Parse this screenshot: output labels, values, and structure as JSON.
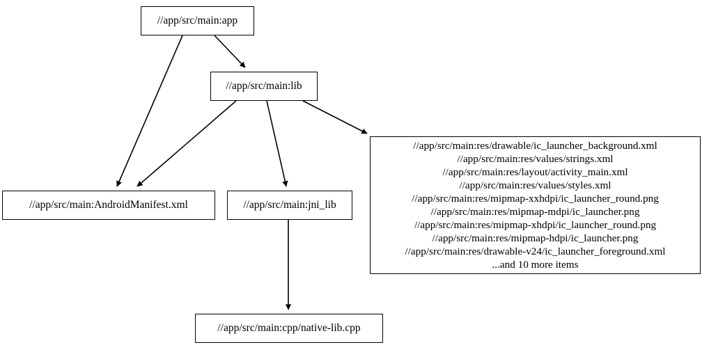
{
  "graph": {
    "type": "directed-dependency-graph",
    "background_color": "#ffffff",
    "node_border_color": "#000000",
    "edge_color": "#000000",
    "nodes": [
      {
        "id": "app",
        "label": "//app/src/main:app"
      },
      {
        "id": "lib",
        "label": "//app/src/main:lib"
      },
      {
        "id": "manifest",
        "label": "//app/src/main:AndroidManifest.xml"
      },
      {
        "id": "jni_lib",
        "label": "//app/src/main:jni_lib"
      },
      {
        "id": "native_lib",
        "label": "//app/src/main:cpp/native-lib.cpp"
      },
      {
        "id": "res",
        "label": "//app/src/main:res/drawable/ic_launcher_background.xml\n//app/src/main:res/values/strings.xml\n//app/src/main:res/layout/activity_main.xml\n//app/src/main:res/values/styles.xml\n//app/src/main:res/mipmap-xxhdpi/ic_launcher_round.png\n//app/src/main:res/mipmap-mdpi/ic_launcher.png\n//app/src/main:res/mipmap-xhdpi/ic_launcher_round.png\n//app/src/main:res/mipmap-hdpi/ic_launcher.png\n//app/src/main:res/drawable-v24/ic_launcher_foreground.xml\n...and 10 more items",
        "lines": [
          "//app/src/main:res/drawable/ic_launcher_background.xml",
          "//app/src/main:res/values/strings.xml",
          "//app/src/main:res/layout/activity_main.xml",
          "//app/src/main:res/values/styles.xml",
          "//app/src/main:res/mipmap-xxhdpi/ic_launcher_round.png",
          "//app/src/main:res/mipmap-mdpi/ic_launcher.png",
          "//app/src/main:res/mipmap-xhdpi/ic_launcher_round.png",
          "//app/src/main:res/mipmap-hdpi/ic_launcher.png",
          "//app/src/main:res/drawable-v24/ic_launcher_foreground.xml",
          "...and 10 more items"
        ]
      }
    ],
    "edges": [
      {
        "from": "app",
        "to": "manifest"
      },
      {
        "from": "app",
        "to": "lib"
      },
      {
        "from": "lib",
        "to": "manifest"
      },
      {
        "from": "lib",
        "to": "jni_lib"
      },
      {
        "from": "lib",
        "to": "res"
      },
      {
        "from": "jni_lib",
        "to": "native_lib"
      }
    ]
  }
}
